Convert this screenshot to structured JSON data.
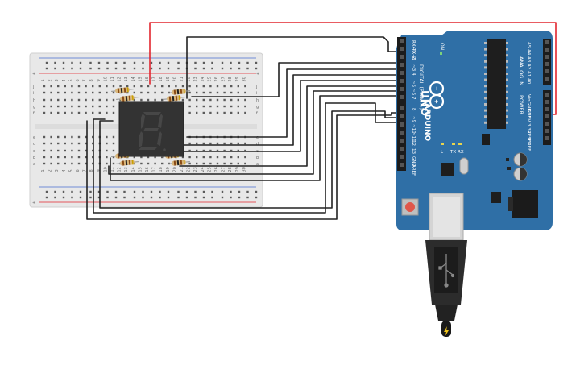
{
  "breadboard": {
    "rail_plus": "+",
    "rail_minus": "-",
    "row_letters_top": [
      "j",
      "i",
      "h",
      "g",
      "f"
    ],
    "row_letters_bottom": [
      "e",
      "d",
      "c",
      "b",
      "a"
    ],
    "column_numbers": [
      "1",
      "2",
      "3",
      "4",
      "5",
      "6",
      "7",
      "8",
      "9",
      "10",
      "11",
      "12",
      "13",
      "14",
      "15",
      "16",
      "17",
      "18",
      "19",
      "20",
      "21",
      "22",
      "23",
      "24",
      "25",
      "26",
      "27",
      "28",
      "29",
      "30"
    ]
  },
  "arduino": {
    "brand": "ARDUINO",
    "model": "UNO",
    "on_label": "ON",
    "digital_label": "DIGITAL (PWM ~)",
    "analog_label": "ANALOG IN",
    "power_label": "POWER",
    "tx_label": "TX",
    "rx_label": "RX",
    "l_label": "L",
    "digital_pins": [
      "AREF",
      "GND",
      "13",
      "12",
      "~11",
      "~10",
      "~9",
      "8",
      "7",
      "~6",
      "~5",
      "4",
      "~3",
      "2",
      "TX→1",
      "RX←0"
    ],
    "analog_pins": [
      "A0",
      "A1",
      "A2",
      "A3",
      "A4",
      "A5"
    ],
    "power_pins": [
      "IOREF",
      "RESET",
      "3.3V",
      "5V",
      "GND",
      "GND",
      "Vin"
    ]
  },
  "colors": {
    "board_blue": "#2f6fa6",
    "wire_black": "#222222",
    "wire_red": "#e2262f",
    "breadboard_body": "#e8e8e8",
    "display_body": "#333333",
    "segment_off": "#474747"
  },
  "icons": {
    "usb": "usb-cable-icon",
    "reset": "reset-button-icon",
    "power_jack": "power-jack-icon"
  }
}
